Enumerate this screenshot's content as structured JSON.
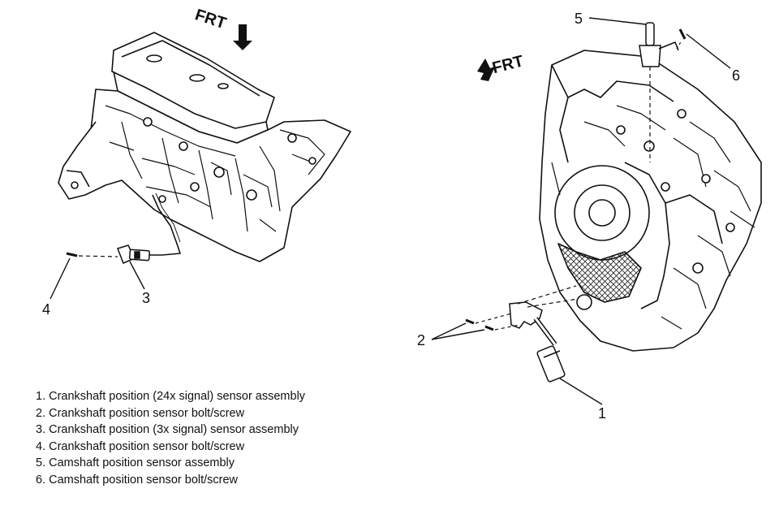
{
  "diagram": {
    "left_view": {
      "front_label": "FRT",
      "callouts": {
        "c3": "3",
        "c4": "4"
      }
    },
    "right_view": {
      "front_label": "FRT",
      "callouts": {
        "c1": "1",
        "c2": "2",
        "c5": "5",
        "c6": "6"
      }
    },
    "legend": [
      "1. Crankshaft position (24x signal) sensor assembly",
      "2. Crankshaft position sensor bolt/screw",
      "3. Crankshaft position (3x signal) sensor assembly",
      "4. Crankshaft position sensor bolt/screw",
      "5. Camshaft position sensor assembly",
      "6. Camshaft position sensor bolt/screw"
    ]
  }
}
